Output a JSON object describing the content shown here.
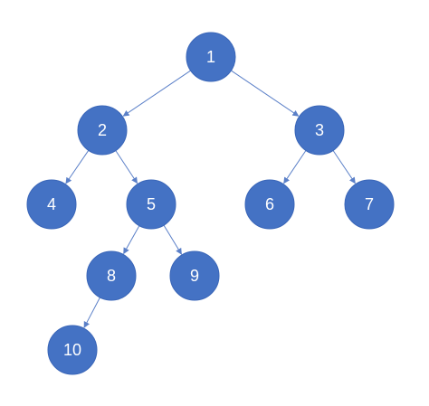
{
  "colors": {
    "node_fill": "#4472c4",
    "node_stroke": "#3a66b8",
    "edge": "#5b80c8",
    "label": "#ffffff",
    "background": "#ffffff"
  },
  "nodes": [
    {
      "id": "1",
      "label": "1"
    },
    {
      "id": "2",
      "label": "2"
    },
    {
      "id": "3",
      "label": "3"
    },
    {
      "id": "4",
      "label": "4"
    },
    {
      "id": "5",
      "label": "5"
    },
    {
      "id": "6",
      "label": "6"
    },
    {
      "id": "7",
      "label": "7"
    },
    {
      "id": "8",
      "label": "8"
    },
    {
      "id": "9",
      "label": "9"
    },
    {
      "id": "10",
      "label": "10"
    }
  ],
  "edges": [
    {
      "from": "1",
      "to": "2"
    },
    {
      "from": "1",
      "to": "3"
    },
    {
      "from": "2",
      "to": "4"
    },
    {
      "from": "2",
      "to": "5"
    },
    {
      "from": "3",
      "to": "6"
    },
    {
      "from": "3",
      "to": "7"
    },
    {
      "from": "5",
      "to": "8"
    },
    {
      "from": "5",
      "to": "9"
    },
    {
      "from": "8",
      "to": "10"
    }
  ]
}
